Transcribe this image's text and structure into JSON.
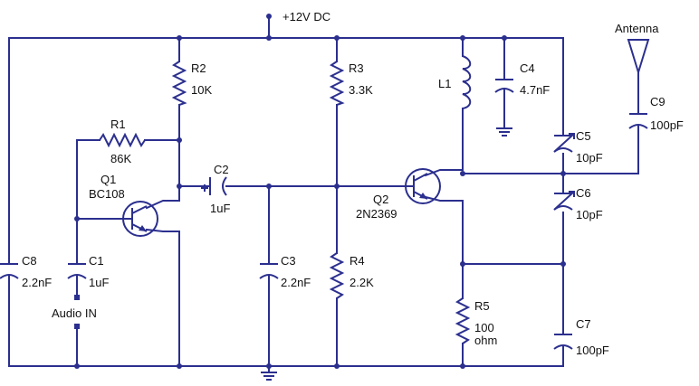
{
  "supply": {
    "label": "+12V DC"
  },
  "antenna": {
    "label": "Antenna"
  },
  "audio_in": {
    "label": "Audio IN"
  },
  "components": {
    "R1": {
      "ref": "R1",
      "value": "86K"
    },
    "R2": {
      "ref": "R2",
      "value": "10K"
    },
    "R3": {
      "ref": "R3",
      "value": "3.3K"
    },
    "R4": {
      "ref": "R4",
      "value": "2.2K"
    },
    "R5": {
      "ref": "R5",
      "value": "100",
      "unit": "ohm"
    },
    "C1": {
      "ref": "C1",
      "value": "1uF"
    },
    "C2": {
      "ref": "C2",
      "value": "1uF"
    },
    "C3": {
      "ref": "C3",
      "value": "2.2nF"
    },
    "C4": {
      "ref": "C4",
      "value": "4.7nF"
    },
    "C5": {
      "ref": "C5",
      "value": "10pF"
    },
    "C6": {
      "ref": "C6",
      "value": "10pF"
    },
    "C7": {
      "ref": "C7",
      "value": "100pF"
    },
    "C8": {
      "ref": "C8",
      "value": "2.2nF"
    },
    "C9": {
      "ref": "C9",
      "value": "100pF"
    },
    "L1": {
      "ref": "L1"
    },
    "Q1": {
      "ref": "Q1",
      "value": "BC108"
    },
    "Q2": {
      "ref": "Q2",
      "value": "2N2369"
    }
  },
  "colors": {
    "wire": "#2b2f8e",
    "text": "#111111",
    "background": "#ffffff"
  }
}
